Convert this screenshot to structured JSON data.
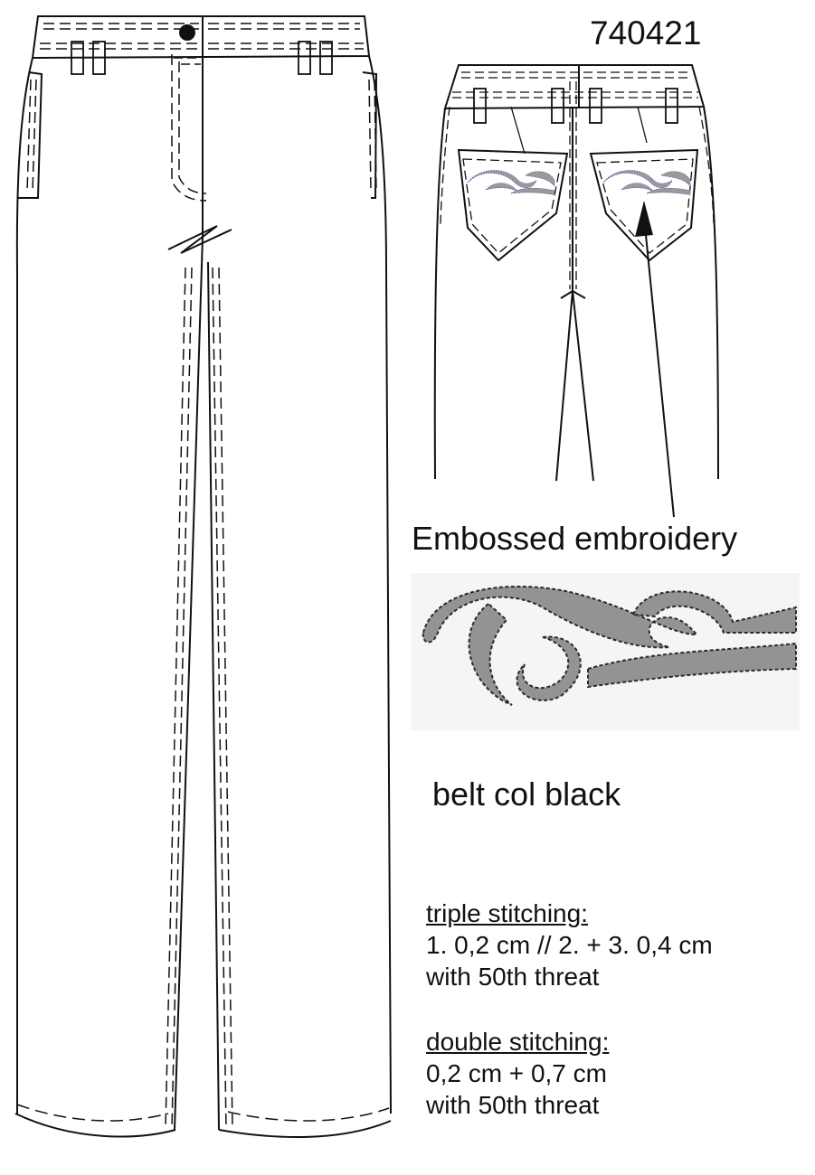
{
  "style_number": "740421",
  "embroidery": {
    "label": "Embossed embroidery",
    "fill_color": "#939393",
    "stitch_color": "#2a2a2a"
  },
  "belt_note": "belt col black",
  "triple_stitching": {
    "heading": "triple stitching:",
    "line1": "1. 0,2 cm // 2. + 3. 0,4 cm",
    "line2": "with 50th threat"
  },
  "double_stitching": {
    "heading": "double stitching:",
    "line1": "0,2 cm  +  0,7 cm",
    "line2": "with 50th threat"
  }
}
